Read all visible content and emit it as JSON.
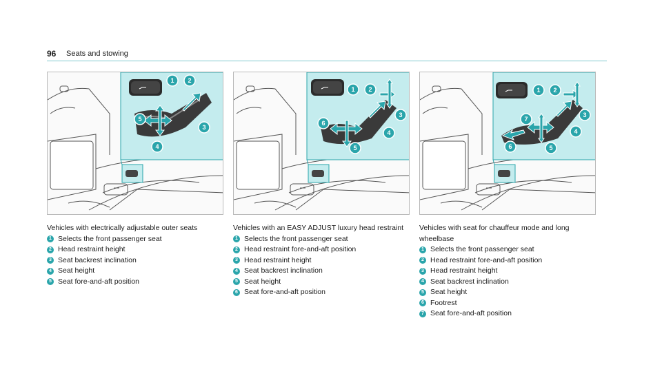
{
  "header": {
    "page_number": "96",
    "section": "Seats and stowing"
  },
  "colors": {
    "accent": "#2aa5ab",
    "panel": "#c4ecee",
    "rule": "#7fc8cf"
  },
  "figures": [
    {
      "caption_title": "Vehicles with electrically adjustable outer seats",
      "items": [
        {
          "num": "1",
          "label": "Selects the front passenger seat"
        },
        {
          "num": "2",
          "label": "Head restraint height"
        },
        {
          "num": "3",
          "label": "Seat backrest inclination"
        },
        {
          "num": "4",
          "label": "Seat height"
        },
        {
          "num": "5",
          "label": "Seat fore-and-aft position"
        }
      ]
    },
    {
      "caption_title": "Vehicles with an EASY ADJUST luxury head restraint",
      "items": [
        {
          "num": "1",
          "label": "Selects the front passenger seat"
        },
        {
          "num": "2",
          "label": "Head restraint fore-and-aft position"
        },
        {
          "num": "3",
          "label": "Head restraint height"
        },
        {
          "num": "4",
          "label": "Seat backrest inclination"
        },
        {
          "num": "5",
          "label": "Seat height"
        },
        {
          "num": "6",
          "label": "Seat fore-and-aft position"
        }
      ]
    },
    {
      "caption_title": "Vehicles with seat for chauffeur mode and long wheelbase",
      "items": [
        {
          "num": "1",
          "label": "Selects the front passenger seat"
        },
        {
          "num": "2",
          "label": "Head restraint fore-and-aft position"
        },
        {
          "num": "3",
          "label": "Head restraint height"
        },
        {
          "num": "4",
          "label": "Seat backrest inclination"
        },
        {
          "num": "5",
          "label": "Seat height"
        },
        {
          "num": "6",
          "label": "Footrest"
        },
        {
          "num": "7",
          "label": "Seat fore-and-aft position"
        }
      ]
    }
  ]
}
